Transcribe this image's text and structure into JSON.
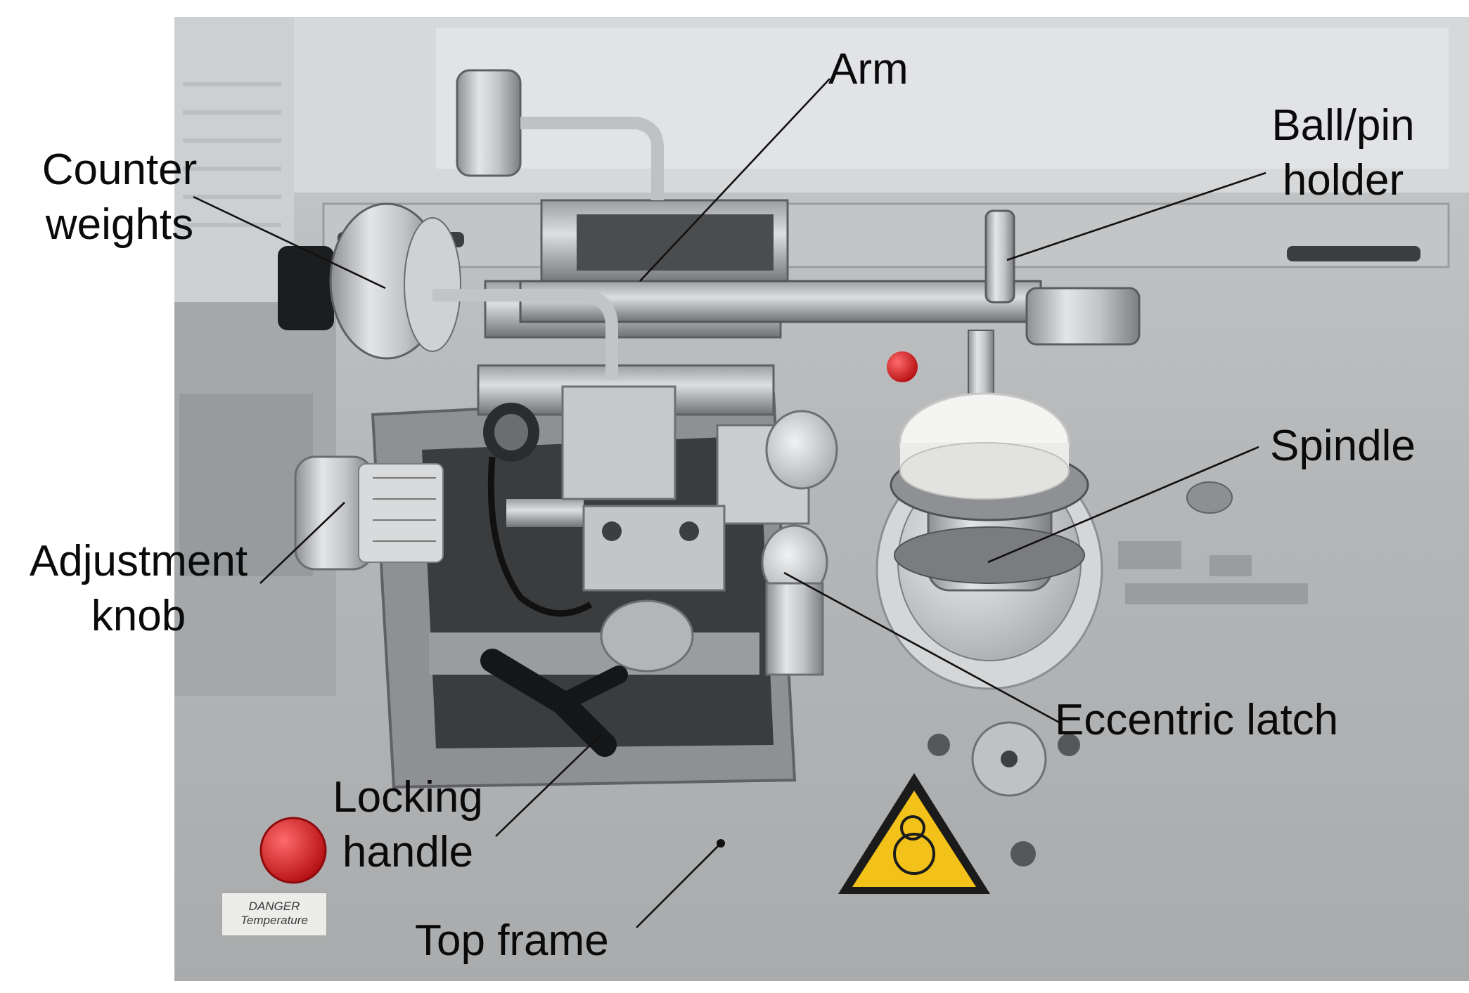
{
  "figure": {
    "labels": {
      "arm": "Arm",
      "ball_pin_holder": [
        "Ball/pin",
        "holder"
      ],
      "counter_weights": [
        "Counter",
        "weights"
      ],
      "spindle": "Spindle",
      "adjustment_knob": [
        "Adjustment",
        "knob"
      ],
      "eccentric_latch": "Eccentric latch",
      "locking_handle": [
        "Locking",
        "handle"
      ],
      "top_frame": "Top frame"
    },
    "warning_plate": [
      "DANGER",
      "Temperature"
    ]
  },
  "colors": {
    "label_text": "#0a0a0a",
    "leader_line": "#111111",
    "frame_grey": "#b7b9bb",
    "steel": "#c9cbcd",
    "warning_yellow": "#f2c21b",
    "indicator_red": "#d4161a"
  }
}
